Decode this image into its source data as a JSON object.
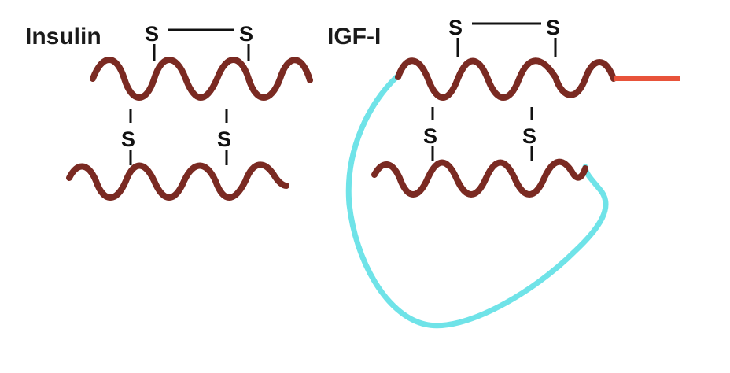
{
  "insulin": {
    "label": "Insulin",
    "sulfur_top_left": "S",
    "sulfur_top_right": "S",
    "sulfur_mid_left": "S",
    "sulfur_mid_right": "S"
  },
  "igf1": {
    "label": "IGF-I",
    "sulfur_top_left": "S",
    "sulfur_top_right": "S",
    "sulfur_mid_left": "S",
    "sulfur_mid_right": "S"
  },
  "colors": {
    "chain": "#7a2a22",
    "c_peptide_loop": "#6fe3e8",
    "d_domain_tail": "#e8533a",
    "bond": "#111111"
  }
}
